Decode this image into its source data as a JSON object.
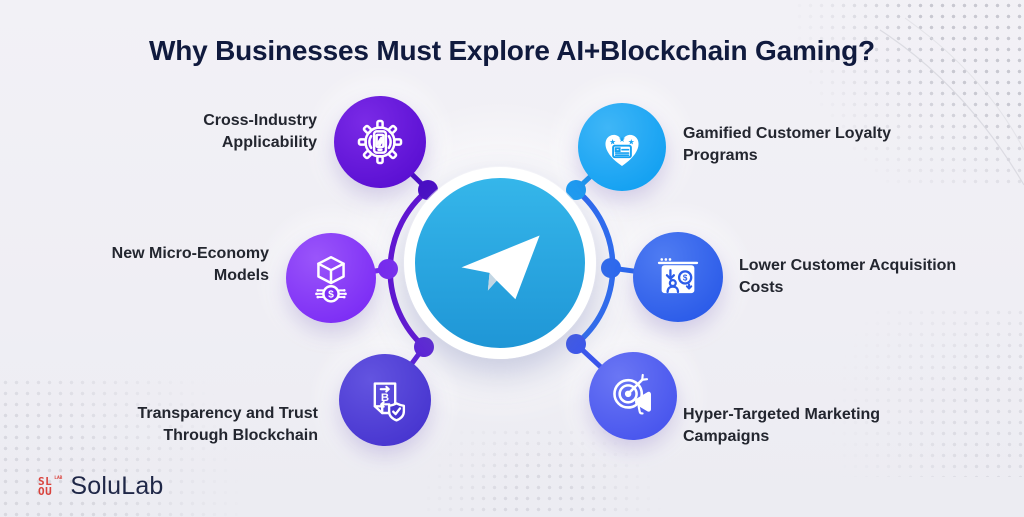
{
  "title": "Why Businesses Must Explore AI+Blockchain Gaming?",
  "center": {
    "icon": "telegram-paper-plane",
    "colors": {
      "top": "#35b6ea",
      "bottom": "#1f96d6"
    }
  },
  "nodes": [
    {
      "label": "Cross-Industry\nApplicability",
      "icon": "gear-device-icon",
      "color": "#5b10d3",
      "color_light": "#7a2ae6",
      "side": "left"
    },
    {
      "label": "New Micro-Economy\nModels",
      "icon": "cube-coin-network-icon",
      "color": "#7d2ef5",
      "color_light": "#9a55fa",
      "side": "left"
    },
    {
      "label": "Transparency and Trust\nThrough Blockchain",
      "icon": "bitcoin-document-shield-icon",
      "color": "#4836d0",
      "color_light": "#6354e0",
      "side": "left"
    },
    {
      "label": "Gamified Customer Loyalty\nPrograms",
      "icon": "loyalty-heart-stars-icon",
      "color": "#14a1f2",
      "color_light": "#3fb6f7",
      "side": "right"
    },
    {
      "label": "Lower Customer Acquisition\nCosts",
      "icon": "browser-cost-down-icon",
      "color": "#2c5ce9",
      "color_light": "#4f7cf2",
      "side": "right"
    },
    {
      "label": "Hyper-Targeted Marketing\nCampaigns",
      "icon": "target-megaphone-icon",
      "color": "#4956ee",
      "color_light": "#6a76f4",
      "side": "right"
    }
  ],
  "connectors": {
    "left_color": "#6013d4",
    "right_color": "#2e6cf0",
    "dot_colors": [
      "#4b0ec6",
      "#7a2cf2",
      "#5d23d8",
      "#1d9ff4",
      "#2d6af0",
      "#3b57ee"
    ]
  },
  "glyphs": {
    "dollar": "$",
    "bitcoin": "B",
    "star": "★"
  },
  "brand": {
    "name": "SoluLab",
    "mark_row1": "SL",
    "mark_row2": "OU",
    "mark_side": "LAB",
    "mark_color": "#d9423c",
    "text_color": "#1f2747"
  }
}
